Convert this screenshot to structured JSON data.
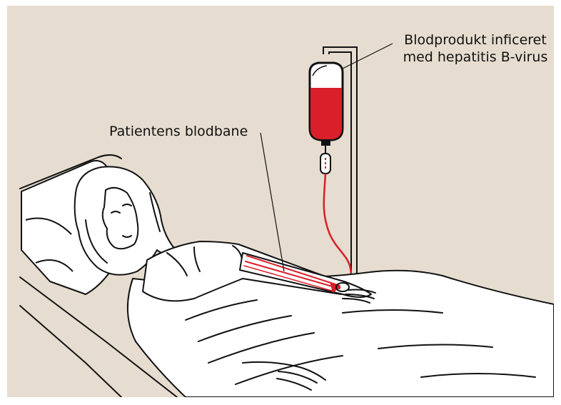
{
  "labels": {
    "blood_product_line1": "Blodprodukt inficeret",
    "blood_product_line2": "med hepatitis B-virus",
    "patient_bloodstream": "Patientens blodbane"
  },
  "colors": {
    "background": "#e6ddd0",
    "blood": "#d91f2a",
    "outline": "#111111"
  }
}
